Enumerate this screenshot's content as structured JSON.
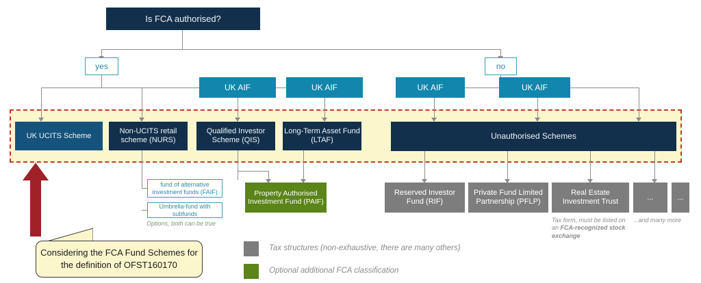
{
  "diagram": {
    "title_box": {
      "label": "Is FCA authorised?"
    },
    "decision": {
      "yes": "yes",
      "no": "no"
    },
    "aif_boxes": [
      {
        "label": "UK AIF"
      },
      {
        "label": "UK AIF"
      },
      {
        "label": "UK AIF"
      },
      {
        "label": "UK AIF"
      }
    ],
    "authorised_schemes": [
      {
        "label": "UK UCITS Scheme"
      },
      {
        "label": "Non-UCITS retail scheme (NURS)"
      },
      {
        "label": "Qualified Investor Scheme (QIS)"
      },
      {
        "label": "Long-Term Asset Fund (LTAF)"
      }
    ],
    "unauthorised": {
      "label": "Unauthorised Schemes"
    },
    "nurs_options": [
      {
        "label": "fund of alternative investment funds (FAIF)"
      },
      {
        "label": "Umbrella-fund with subfunds"
      }
    ],
    "nurs_options_caption": "Options, both can be true",
    "paif": {
      "label": "Property Authorised Investment Fund (PAIF)"
    },
    "tax_structures": [
      {
        "label": "Reserved Investor Fund (RIF)"
      },
      {
        "label": "Private Fund Limited Partnership (PFLP)"
      },
      {
        "label": "Real Estate Investment Trust"
      },
      {
        "label": "..."
      },
      {
        "label": "..."
      }
    ],
    "reit_footnote": {
      "lead": "Tax form, must be listed on an ",
      "bold": "FCA-recognized stock exchange"
    },
    "many_more_caption": "...and many more",
    "legend": [
      {
        "color": "#7d7d7d",
        "label": "Tax structures (non-exhaustive, there are many others)"
      },
      {
        "color": "#5b8419",
        "label": "Optional additional FCA classification"
      }
    ],
    "callout": {
      "label": "Considering the FCA Fund Schemes for the definition of OFST160170"
    },
    "colors": {
      "navy": "#12304c",
      "navy_light": "#15537d",
      "teal": "#1286ac",
      "green": "#5b8419",
      "grey": "#7d7d7d",
      "highlight_fill": "#fcf6cd",
      "highlight_border": "#c0392b",
      "connector": "#8c8c8c"
    }
  }
}
